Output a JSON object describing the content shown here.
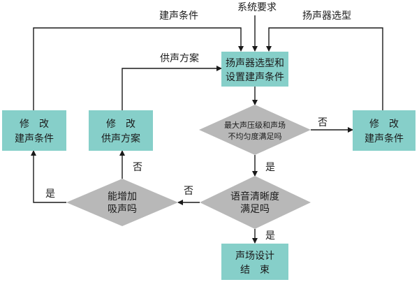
{
  "inputs": {
    "top": "系统要求",
    "left": "建声条件",
    "right": "扬声器选型",
    "supply": "供声方案"
  },
  "nodes": {
    "start": [
      "扬声器选型和",
      "设置建声条件"
    ],
    "decision_spl": [
      "最大声压级和声场",
      "不均匀度满足吗"
    ],
    "decision_clarity": [
      "语音清晰度",
      "满足吗"
    ],
    "decision_absorb": [
      "能增加",
      "吸声吗"
    ],
    "modify_right": [
      "修　改",
      "建声条件"
    ],
    "modify_left": [
      "修　改",
      "建声条件"
    ],
    "modify_supply": [
      "修　改",
      "供声方案"
    ],
    "end": [
      "声场设计",
      "结　束"
    ]
  },
  "edge_labels": {
    "spl_no": "否",
    "spl_yes": "是",
    "clarity_no": "否",
    "clarity_yes": "是",
    "absorb_yes": "是",
    "absorb_no": "否"
  }
}
